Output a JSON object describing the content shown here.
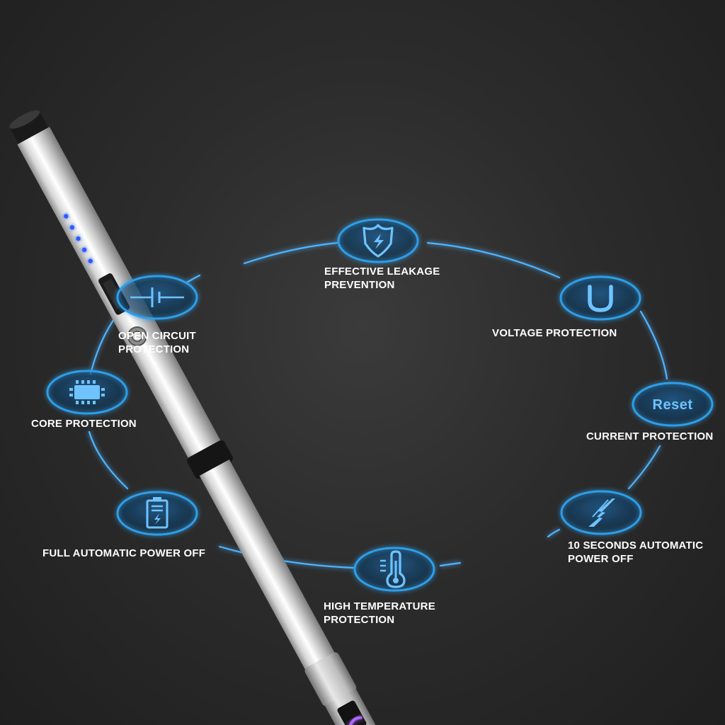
{
  "features": [
    {
      "id": "leakage",
      "icon": "shield-lightning-icon",
      "lines": [
        "EFFECTIVE LEAKAGE",
        "PREVENTION"
      ]
    },
    {
      "id": "voltage",
      "icon": "voltage-u-icon",
      "lines": [
        "VOLTAGE PROTECTION"
      ]
    },
    {
      "id": "current",
      "icon": "reset-icon",
      "icon_text": "Reset",
      "lines": [
        "CURRENT PROTECTION"
      ]
    },
    {
      "id": "auto-off-10s",
      "icon": "lightning-bolt-icon",
      "lines": [
        "10 SECONDS AUTOMATIC",
        "POWER OFF"
      ]
    },
    {
      "id": "high-temp",
      "icon": "thermometer-icon",
      "lines": [
        "HIGH TEMPERATURE",
        "PROTECTION"
      ]
    },
    {
      "id": "full-auto-off",
      "icon": "battery-icon",
      "lines": [
        "FULL AUTOMATIC POWER OFF"
      ]
    },
    {
      "id": "core",
      "icon": "chip-icon",
      "lines": [
        "CORE PROTECTION"
      ]
    },
    {
      "id": "open-circuit",
      "icon": "circuit-symbol-icon",
      "lines": [
        "OPEN CIRCUIT",
        "PROTECTION"
      ]
    }
  ],
  "colors": {
    "accent": "#2f9ee8",
    "glow": "#4fb4ff",
    "text": "#ffffff",
    "background": "#2a2a2a",
    "led": "#2b5cff",
    "arc": "#9a4dff"
  }
}
